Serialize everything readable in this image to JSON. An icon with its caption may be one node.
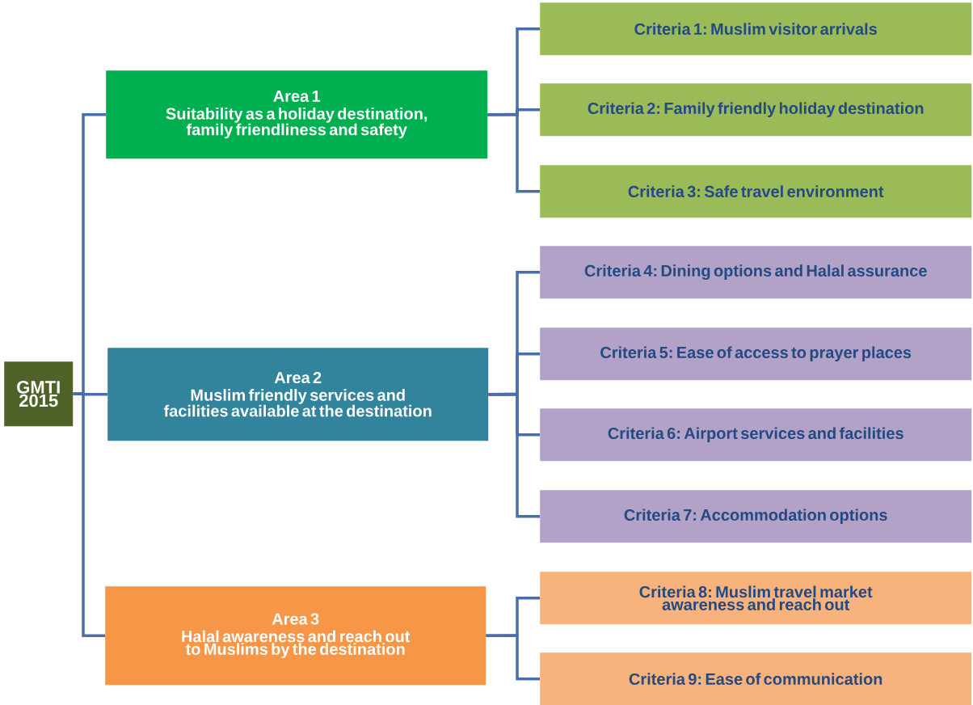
{
  "diagram": {
    "nodes": [
      {
        "text": [
          "GMTI 2015"
        ]
      },
      {
        "text": [
          "Area 1",
          "Suitability as a holiday destination, family friendliness and safety"
        ]
      },
      {
        "text": [
          "Criteria 1: Muslim visitor arrivals"
        ]
      },
      {
        "text": [
          "Criteria 2: Family friendly holiday destination"
        ]
      },
      {
        "text": [
          "Criteria 3: Safe travel environment"
        ]
      },
      {
        "text": [
          "Area 2",
          "Muslim friendly services and facilities available at the destination"
        ]
      },
      {
        "text": [
          "Criteria 4: Dining options and Halal assurance"
        ]
      },
      {
        "text": [
          "Criteria 5: Ease of access to prayer places"
        ]
      },
      {
        "text": [
          "Criteria 6: Airport services and facilities"
        ]
      },
      {
        "text": [
          "Criteria 7: Accommodation options"
        ]
      },
      {
        "text": [
          "Area 3",
          "Halal awareness and reach out to Muslims by the destination"
        ]
      },
      {
        "text": [
          "Criteria 8: Muslim travel market awareness and reach out"
        ]
      },
      {
        "text": [
          "Criteria 9: Ease of communication"
        ]
      }
    ],
    "edges": [
      {
        "from": 0,
        "to": 1,
        "arrow": "none"
      },
      {
        "from": 0,
        "to": 5,
        "arrow": "none"
      },
      {
        "from": 0,
        "to": 10,
        "arrow": "none"
      },
      {
        "from": 1,
        "to": 2,
        "arrow": "none"
      },
      {
        "from": 1,
        "to": 3,
        "arrow": "none"
      },
      {
        "from": 1,
        "to": 4,
        "arrow": "none"
      },
      {
        "from": 5,
        "to": 6,
        "arrow": "none"
      },
      {
        "from": 5,
        "to": 7,
        "arrow": "none"
      },
      {
        "from": 5,
        "to": 8,
        "arrow": "none"
      },
      {
        "from": 5,
        "to": 9,
        "arrow": "none"
      },
      {
        "from": 10,
        "to": 11,
        "arrow": "none"
      },
      {
        "from": 10,
        "to": 12,
        "arrow": "none"
      }
    ]
  }
}
